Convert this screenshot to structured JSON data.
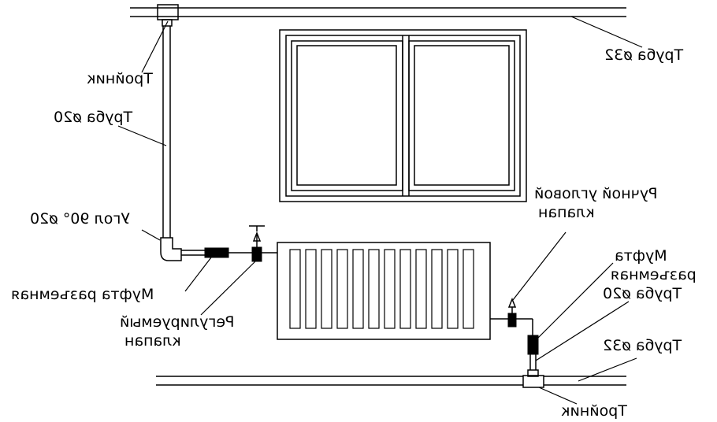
{
  "labels": {
    "top_pipe": "Труба ø32",
    "top_tee": "Тройник",
    "riser_pipe": "Труба ø20",
    "elbow": "Угол 90° ø20",
    "left_coupling": "Муфта разъемная",
    "adjustable_valve_line1": "Регулируемый",
    "adjustable_valve_line2": "клапан",
    "manual_valve_line1": "Ручной угловой",
    "manual_valve_line2": "клапан",
    "right_coupling_line1": "Муфта",
    "right_coupling_line2": "разъемная",
    "right_pipe20": "Труба ø20",
    "bottom_pipe": "Труба ø32",
    "bottom_tee": "Тройник"
  }
}
